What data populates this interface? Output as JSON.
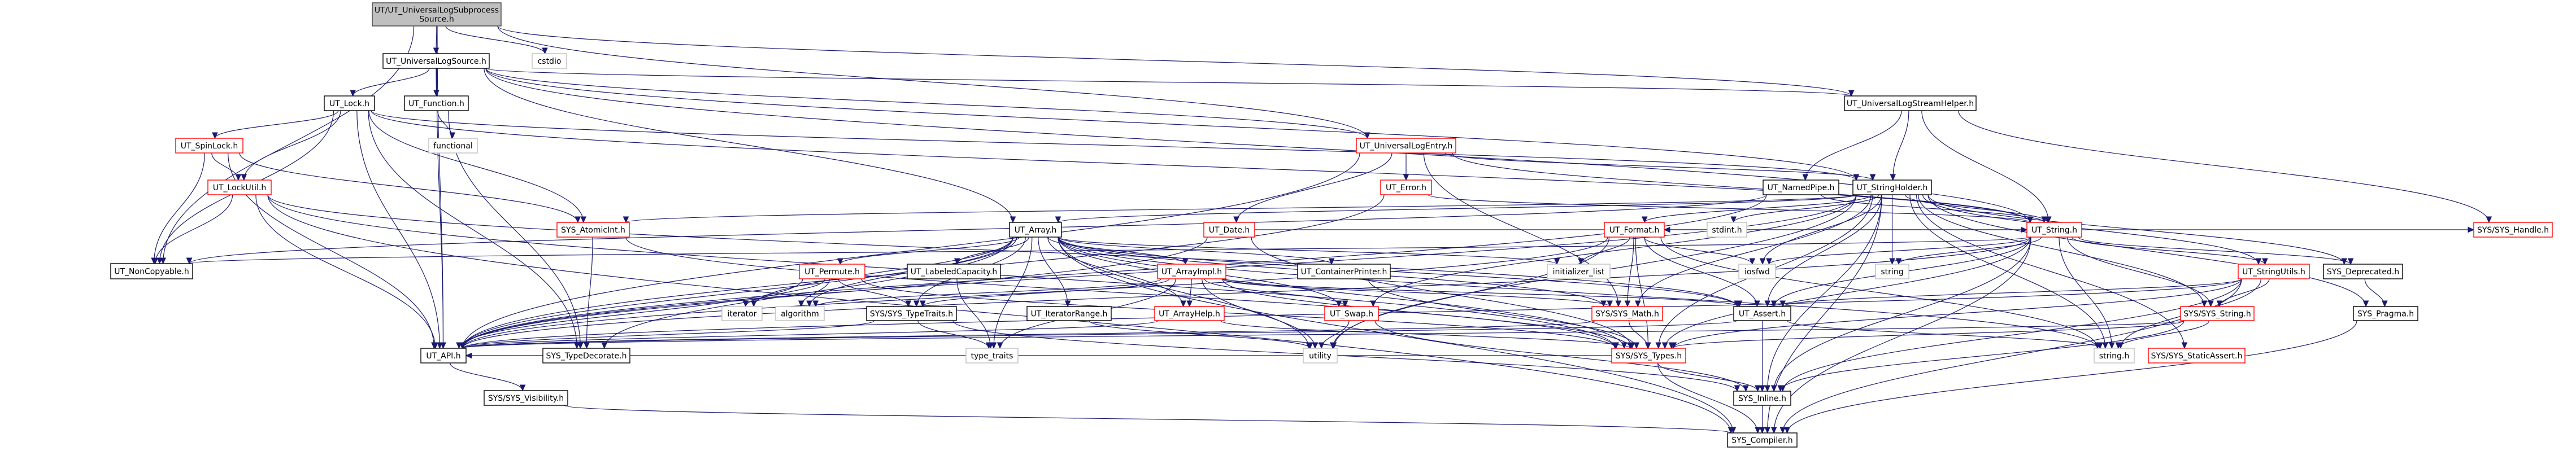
{
  "title": "UT/UT_UniversalLogSubprocessSource.h",
  "colors": {
    "edge": "#191970",
    "root_fill": "#bfbfbf",
    "root_border": "#404040",
    "documented_border": "#000000",
    "undocumented_border": "#ff0000",
    "system_border": "#bfbfbf",
    "system_text": "#000000",
    "node_fill": "#ffffff"
  },
  "nodes": [
    {
      "id": "root",
      "label": [
        "UT/UT_UniversalLogSubprocess",
        "Source.h"
      ],
      "kind": "root"
    },
    {
      "id": "logsource",
      "label": [
        "UT_UniversalLogSource.h"
      ],
      "kind": "documented"
    },
    {
      "id": "cstdio",
      "label": [
        "cstdio"
      ],
      "kind": "system"
    },
    {
      "id": "lock",
      "label": [
        "UT_Lock.h"
      ],
      "kind": "documented"
    },
    {
      "id": "function",
      "label": [
        "UT_Function.h"
      ],
      "kind": "documented"
    },
    {
      "id": "spinlock",
      "label": [
        "UT_SpinLock.h"
      ],
      "kind": "undocumented"
    },
    {
      "id": "functional",
      "label": [
        "functional"
      ],
      "kind": "system"
    },
    {
      "id": "lockutil",
      "label": [
        "UT_LockUtil.h"
      ],
      "kind": "undocumented"
    },
    {
      "id": "atomicint",
      "label": [
        "SYS_AtomicInt.h"
      ],
      "kind": "undocumented"
    },
    {
      "id": "noncopyable",
      "label": [
        "UT_NonCopyable.h"
      ],
      "kind": "documented"
    },
    {
      "id": "permute",
      "label": [
        "UT_Permute.h"
      ],
      "kind": "undocumented"
    },
    {
      "id": "iterator",
      "label": [
        "iterator"
      ],
      "kind": "system"
    },
    {
      "id": "algorithm",
      "label": [
        "algorithm"
      ],
      "kind": "system"
    },
    {
      "id": "api",
      "label": [
        "UT_API.h"
      ],
      "kind": "documented"
    },
    {
      "id": "typedecorate",
      "label": [
        "SYS_TypeDecorate.h"
      ],
      "kind": "documented"
    },
    {
      "id": "visibility",
      "label": [
        "SYS/SYS_Visibility.h"
      ],
      "kind": "documented"
    },
    {
      "id": "logentry",
      "label": [
        "UT_UniversalLogEntry.h"
      ],
      "kind": "undocumented"
    },
    {
      "id": "error",
      "label": [
        "UT_Error.h"
      ],
      "kind": "undocumented"
    },
    {
      "id": "array",
      "label": [
        "UT_Array.h"
      ],
      "kind": "documented"
    },
    {
      "id": "date",
      "label": [
        "UT_Date.h"
      ],
      "kind": "undocumented"
    },
    {
      "id": "format",
      "label": [
        "UT_Format.h"
      ],
      "kind": "undocumented"
    },
    {
      "id": "labeledcap",
      "label": [
        "UT_LabeledCapacity.h"
      ],
      "kind": "documented"
    },
    {
      "id": "arrayimpl",
      "label": [
        "UT_ArrayImpl.h"
      ],
      "kind": "undocumented"
    },
    {
      "id": "containerprinter",
      "label": [
        "UT_ContainerPrinter.h"
      ],
      "kind": "documented"
    },
    {
      "id": "initlist",
      "label": [
        "initializer_list"
      ],
      "kind": "system"
    },
    {
      "id": "typetraits_sys",
      "label": [
        "SYS/SYS_TypeTraits.h"
      ],
      "kind": "documented"
    },
    {
      "id": "iterrange",
      "label": [
        "UT_IteratorRange.h"
      ],
      "kind": "documented"
    },
    {
      "id": "arrayhelp",
      "label": [
        "UT_ArrayHelp.h"
      ],
      "kind": "undocumented"
    },
    {
      "id": "swap",
      "label": [
        "UT_Swap.h"
      ],
      "kind": "undocumented"
    },
    {
      "id": "math",
      "label": [
        "SYS/SYS_Math.h"
      ],
      "kind": "undocumented"
    },
    {
      "id": "type_traits",
      "label": [
        "type_traits"
      ],
      "kind": "system"
    },
    {
      "id": "utility",
      "label": [
        "utility"
      ],
      "kind": "system"
    },
    {
      "id": "types",
      "label": [
        "SYS/SYS_Types.h"
      ],
      "kind": "undocumented"
    },
    {
      "id": "streamhelper",
      "label": [
        "UT_UniversalLogStreamHelper.h"
      ],
      "kind": "documented"
    },
    {
      "id": "namedpipe",
      "label": [
        "UT_NamedPipe.h"
      ],
      "kind": "documented"
    },
    {
      "id": "stringholder",
      "label": [
        "UT_StringHolder.h"
      ],
      "kind": "documented"
    },
    {
      "id": "stdint",
      "label": [
        "stdint.h"
      ],
      "kind": "system"
    },
    {
      "id": "utstring",
      "label": [
        "UT_String.h"
      ],
      "kind": "undocumented"
    },
    {
      "id": "handle",
      "label": [
        "SYS/SYS_Handle.h"
      ],
      "kind": "undocumented"
    },
    {
      "id": "iosfwd",
      "label": [
        "iosfwd"
      ],
      "kind": "system"
    },
    {
      "id": "string",
      "label": [
        "string"
      ],
      "kind": "system"
    },
    {
      "id": "stringutils",
      "label": [
        "UT_StringUtils.h"
      ],
      "kind": "undocumented"
    },
    {
      "id": "deprecated",
      "label": [
        "SYS_Deprecated.h"
      ],
      "kind": "documented"
    },
    {
      "id": "assert",
      "label": [
        "UT_Assert.h"
      ],
      "kind": "documented"
    },
    {
      "id": "sysstring",
      "label": [
        "SYS/SYS_String.h"
      ],
      "kind": "undocumented"
    },
    {
      "id": "pragma",
      "label": [
        "SYS_Pragma.h"
      ],
      "kind": "documented"
    },
    {
      "id": "stringh",
      "label": [
        "string.h"
      ],
      "kind": "system"
    },
    {
      "id": "staticassert",
      "label": [
        "SYS/SYS_StaticAssert.h"
      ],
      "kind": "undocumented"
    },
    {
      "id": "inline",
      "label": [
        "SYS_Inline.h"
      ],
      "kind": "documented"
    },
    {
      "id": "compiler",
      "label": [
        "SYS_Compiler.h"
      ],
      "kind": "documented"
    }
  ],
  "edges": [
    [
      "root",
      "logsource"
    ],
    [
      "root",
      "cstdio"
    ],
    [
      "root",
      "noncopyable"
    ],
    [
      "root",
      "api"
    ],
    [
      "root",
      "streamhelper"
    ],
    [
      "root",
      "logentry"
    ],
    [
      "logsource",
      "lock"
    ],
    [
      "logsource",
      "function"
    ],
    [
      "logsource",
      "api"
    ],
    [
      "logsource",
      "array"
    ],
    [
      "logsource",
      "logentry"
    ],
    [
      "logsource",
      "stringholder"
    ],
    [
      "logsource",
      "utstring"
    ],
    [
      "logsource",
      "streamhelper"
    ],
    [
      "lock",
      "spinlock"
    ],
    [
      "lock",
      "lockutil"
    ],
    [
      "lock",
      "noncopyable"
    ],
    [
      "lock",
      "api"
    ],
    [
      "lock",
      "typedecorate"
    ],
    [
      "lock",
      "atomicint"
    ],
    [
      "lock",
      "utstring"
    ],
    [
      "lock",
      "stringholder"
    ],
    [
      "function",
      "functional"
    ],
    [
      "function",
      "typedecorate"
    ],
    [
      "spinlock",
      "lockutil"
    ],
    [
      "spinlock",
      "noncopyable"
    ],
    [
      "spinlock",
      "api"
    ],
    [
      "spinlock",
      "atomicint"
    ],
    [
      "lockutil",
      "noncopyable"
    ],
    [
      "lockutil",
      "api"
    ],
    [
      "lockutil",
      "compiler"
    ],
    [
      "lockutil",
      "assert"
    ],
    [
      "lockutil",
      "types"
    ],
    [
      "atomicint",
      "typedecorate"
    ],
    [
      "atomicint",
      "types"
    ],
    [
      "logentry",
      "error"
    ],
    [
      "logentry",
      "date"
    ],
    [
      "logentry",
      "math"
    ],
    [
      "logentry",
      "api"
    ],
    [
      "logentry",
      "stringholder"
    ],
    [
      "logentry",
      "utstring"
    ],
    [
      "error",
      "api"
    ],
    [
      "error",
      "utstring"
    ],
    [
      "date",
      "api"
    ],
    [
      "date",
      "types"
    ],
    [
      "date",
      "utstring"
    ],
    [
      "array",
      "permute"
    ],
    [
      "array",
      "labeledcap"
    ],
    [
      "array",
      "arrayimpl"
    ],
    [
      "array",
      "containerprinter"
    ],
    [
      "array",
      "typetraits_sys"
    ],
    [
      "array",
      "iterrange"
    ],
    [
      "array",
      "arrayhelp"
    ],
    [
      "array",
      "swap"
    ],
    [
      "array",
      "type_traits"
    ],
    [
      "array",
      "iterator"
    ],
    [
      "array",
      "algorithm"
    ],
    [
      "array",
      "utility"
    ],
    [
      "array",
      "initlist"
    ],
    [
      "array",
      "types"
    ],
    [
      "array",
      "math"
    ],
    [
      "array",
      "assert"
    ],
    [
      "array",
      "api"
    ],
    [
      "array",
      "typedecorate"
    ],
    [
      "array",
      "compiler"
    ],
    [
      "array",
      "stringh"
    ],
    [
      "permute",
      "iterator"
    ],
    [
      "permute",
      "algorithm"
    ],
    [
      "permute",
      "typetraits_sys"
    ],
    [
      "permute",
      "api"
    ],
    [
      "permute",
      "types"
    ],
    [
      "labeledcap",
      "type_traits"
    ],
    [
      "arrayimpl",
      "arrayhelp"
    ],
    [
      "arrayimpl",
      "swap"
    ],
    [
      "arrayimpl",
      "utility"
    ],
    [
      "arrayimpl",
      "typetraits_sys"
    ],
    [
      "arrayimpl",
      "type_traits"
    ],
    [
      "arrayimpl",
      "algorithm"
    ],
    [
      "arrayimpl",
      "types"
    ],
    [
      "arrayimpl",
      "assert"
    ],
    [
      "arrayimpl",
      "math"
    ],
    [
      "containerprinter",
      "types"
    ],
    [
      "typetraits_sys",
      "type_traits"
    ],
    [
      "typetraits_sys",
      "api"
    ],
    [
      "typetraits_sys",
      "inline"
    ],
    [
      "iterrange",
      "utility"
    ],
    [
      "arrayhelp",
      "api"
    ],
    [
      "arrayhelp",
      "types"
    ],
    [
      "swap",
      "utility"
    ],
    [
      "swap",
      "inline"
    ],
    [
      "math",
      "types"
    ],
    [
      "math",
      "api"
    ],
    [
      "types",
      "inline"
    ],
    [
      "types",
      "compiler"
    ],
    [
      "types",
      "api"
    ],
    [
      "format",
      "initlist"
    ],
    [
      "format",
      "iosfwd"
    ],
    [
      "format",
      "types"
    ],
    [
      "format",
      "math"
    ],
    [
      "format",
      "api"
    ],
    [
      "format",
      "utility"
    ],
    [
      "format",
      "assert"
    ],
    [
      "format",
      "stringh"
    ],
    [
      "streamhelper",
      "namedpipe"
    ],
    [
      "streamhelper",
      "stringholder"
    ],
    [
      "streamhelper",
      "utstring"
    ],
    [
      "streamhelper",
      "handle"
    ],
    [
      "namedpipe",
      "api"
    ],
    [
      "namedpipe",
      "noncopyable"
    ],
    [
      "namedpipe",
      "utstring"
    ],
    [
      "stringholder",
      "utstring"
    ],
    [
      "stringholder",
      "stdint"
    ],
    [
      "stringholder",
      "iosfwd"
    ],
    [
      "stringholder",
      "string"
    ],
    [
      "stringholder",
      "stringutils"
    ],
    [
      "stringholder",
      "sysstring"
    ],
    [
      "stringholder",
      "assert"
    ],
    [
      "stringholder",
      "inline"
    ],
    [
      "stringholder",
      "format"
    ],
    [
      "stringholder",
      "api"
    ],
    [
      "stringholder",
      "types"
    ],
    [
      "stringholder",
      "math"
    ],
    [
      "stringholder",
      "pragma"
    ],
    [
      "stringholder",
      "staticassert"
    ],
    [
      "stringholder",
      "stringh"
    ],
    [
      "stringholder",
      "compiler"
    ],
    [
      "stringholder",
      "atomicint"
    ],
    [
      "stringholder",
      "array"
    ],
    [
      "stringholder",
      "swap"
    ],
    [
      "stringholder",
      "utility"
    ],
    [
      "stringholder",
      "deprecated"
    ],
    [
      "utstring",
      "handle"
    ],
    [
      "utstring",
      "iosfwd"
    ],
    [
      "utstring",
      "string"
    ],
    [
      "utstring",
      "stringutils"
    ],
    [
      "utstring",
      "deprecated"
    ],
    [
      "utstring",
      "sysstring"
    ],
    [
      "utstring",
      "assert"
    ],
    [
      "utstring",
      "stringh"
    ],
    [
      "utstring",
      "inline"
    ],
    [
      "utstring",
      "compiler"
    ],
    [
      "utstring",
      "api"
    ],
    [
      "utstring",
      "types"
    ],
    [
      "utstring",
      "format"
    ],
    [
      "utstring",
      "noncopyable"
    ],
    [
      "stringutils",
      "sysstring"
    ],
    [
      "stringutils",
      "stringh"
    ],
    [
      "stringutils",
      "inline"
    ],
    [
      "stringutils",
      "compiler"
    ],
    [
      "stringutils",
      "api"
    ],
    [
      "stringutils",
      "types"
    ],
    [
      "stringutils",
      "assert"
    ],
    [
      "deprecated",
      "pragma"
    ],
    [
      "assert",
      "inline"
    ],
    [
      "assert",
      "stringh"
    ],
    [
      "assert",
      "api"
    ],
    [
      "sysstring",
      "stringh"
    ],
    [
      "sysstring",
      "inline"
    ],
    [
      "sysstring",
      "types"
    ],
    [
      "sysstring",
      "api"
    ],
    [
      "pragma",
      "compiler"
    ],
    [
      "inline",
      "compiler"
    ],
    [
      "api",
      "visibility"
    ],
    [
      "visibility",
      "compiler"
    ]
  ]
}
